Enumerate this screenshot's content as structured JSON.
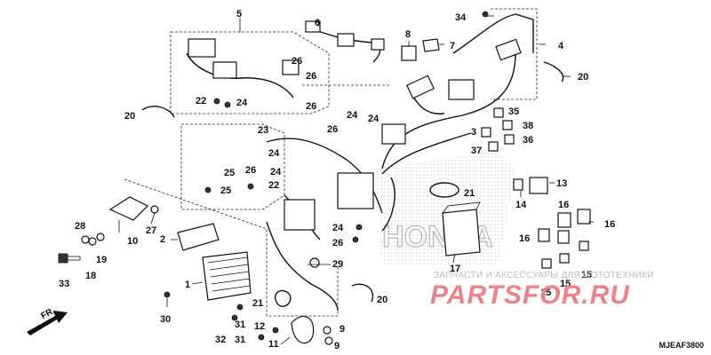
{
  "diagram": {
    "reference_code": "MJEAF3800",
    "front_label": "FR.",
    "watermark_line": "ЗАПЧАСТИ И АКСЕССУАРЫ ДЛЯ МОТОТЕХНИКИ",
    "watermark_logo": "PARTSFOR.RU",
    "brand_watermark": "HONDA",
    "callouts": {
      "c1": "1",
      "c2": "2",
      "c3": "3",
      "c4": "4",
      "c5": "5",
      "c6": "6",
      "c7": "7",
      "c8": "8",
      "c9a": "9",
      "c9b": "9",
      "c10": "10",
      "c11": "11",
      "c12": "12",
      "c13": "13",
      "c14": "14",
      "c15a": "15",
      "c15b": "15",
      "c15c": "15",
      "c16a": "16",
      "c16b": "16",
      "c16c": "16",
      "c17": "17",
      "c18": "18",
      "c19": "19",
      "c20a": "20",
      "c20b": "20",
      "c20c": "20",
      "c21a": "21",
      "c21b": "21",
      "c22a": "22",
      "c22b": "22",
      "c23": "23",
      "c24a": "24",
      "c24b": "24",
      "c24c": "24",
      "c24d": "24",
      "c24e": "24",
      "c25a": "25",
      "c25b": "25",
      "c26a": "26",
      "c26b": "26",
      "c26c": "26",
      "c26d": "26",
      "c26e": "26",
      "c27": "27",
      "c28": "28",
      "c29": "29",
      "c30": "30",
      "c31": "31",
      "c32": "32",
      "c33": "33",
      "c34": "34",
      "c35": "35",
      "c36": "36",
      "c37": "37",
      "c38": "38"
    }
  }
}
